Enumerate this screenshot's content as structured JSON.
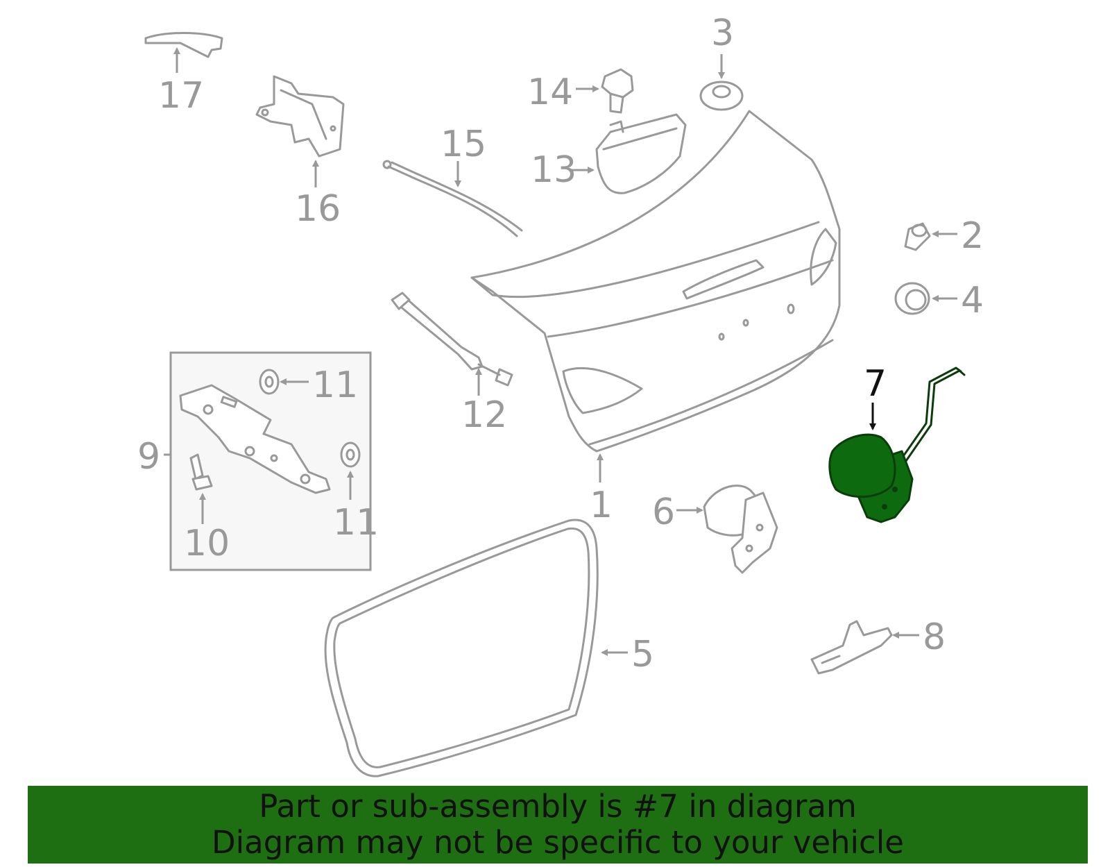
{
  "diagram": {
    "callouts": {
      "c1": "1",
      "c2": "2",
      "c3": "3",
      "c4": "4",
      "c5": "5",
      "c6": "6",
      "c7": "7",
      "c8": "8",
      "c9": "9",
      "c10": "10",
      "c11a": "11",
      "c11b": "11",
      "c12": "12",
      "c13": "13",
      "c14": "14",
      "c15": "15",
      "c16": "16",
      "c17": "17"
    },
    "highlighted_part": "7",
    "highlight_color": "#1e6e12",
    "part_color": "#999999"
  },
  "banner": {
    "line1": "Part or sub-assembly is #7 in diagram",
    "line2": "Diagram may not be specific to your vehicle"
  }
}
